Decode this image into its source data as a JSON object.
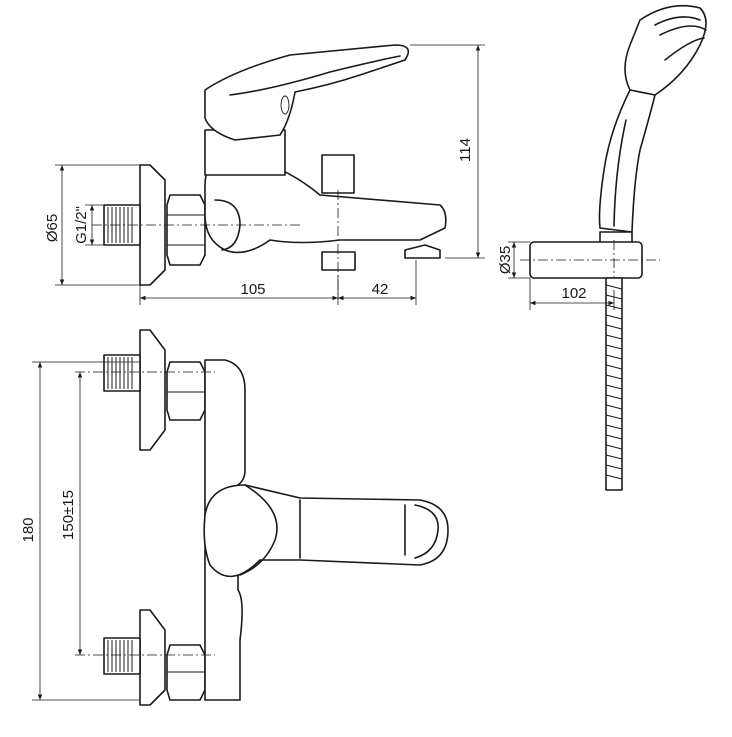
{
  "dimensions": {
    "height_total": "114",
    "width_body": "105",
    "width_spout": "42",
    "diameter_flange": "Ø65",
    "thread": "G1/2\"",
    "diameter_holder": "Ø35",
    "holder_depth": "102",
    "overall_height": "180",
    "centers_distance": "150±15"
  }
}
